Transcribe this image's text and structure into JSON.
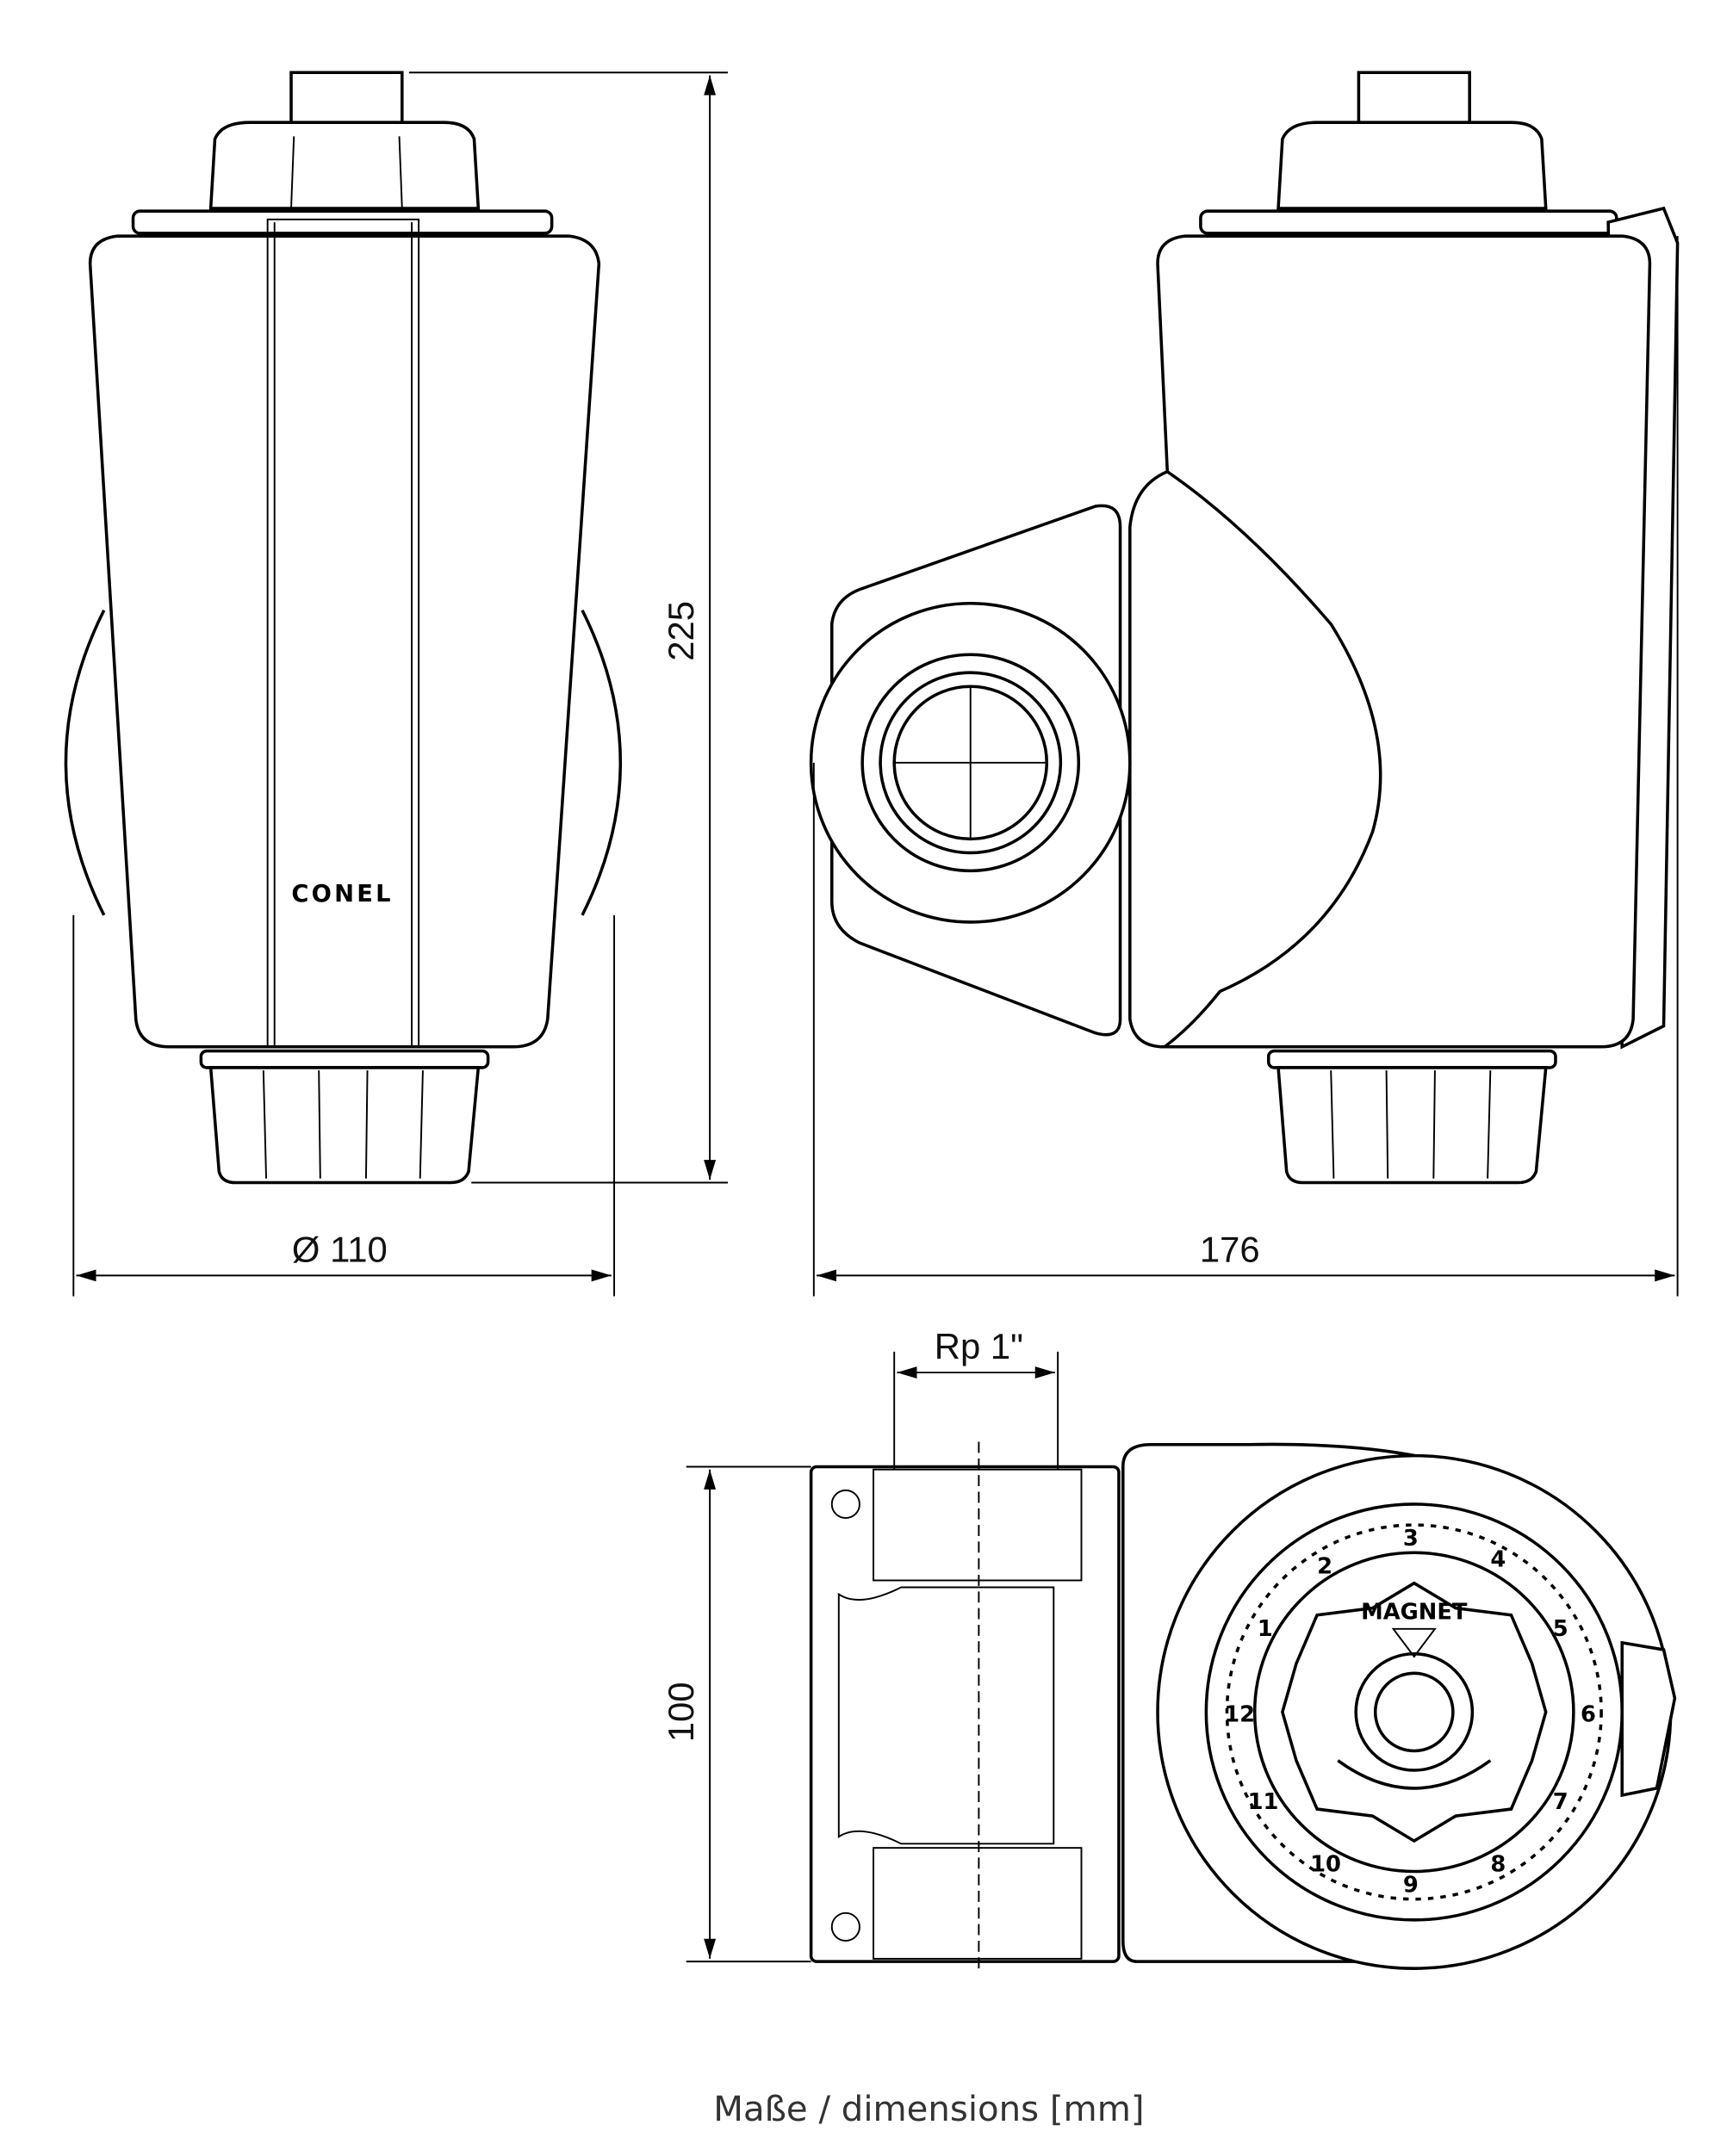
{
  "dimensions": {
    "height": "225",
    "diameter": "Ø 110",
    "depth": "176",
    "thread": "Rp 1\"",
    "port_height": "100"
  },
  "brand_logo": "CONEL",
  "dial": {
    "label": "MAGNET",
    "numbers": [
      "1",
      "2",
      "3",
      "4",
      "5",
      "6",
      "7",
      "8",
      "9",
      "10",
      "11",
      "12"
    ]
  },
  "caption": "Maße / dimensions [mm]"
}
